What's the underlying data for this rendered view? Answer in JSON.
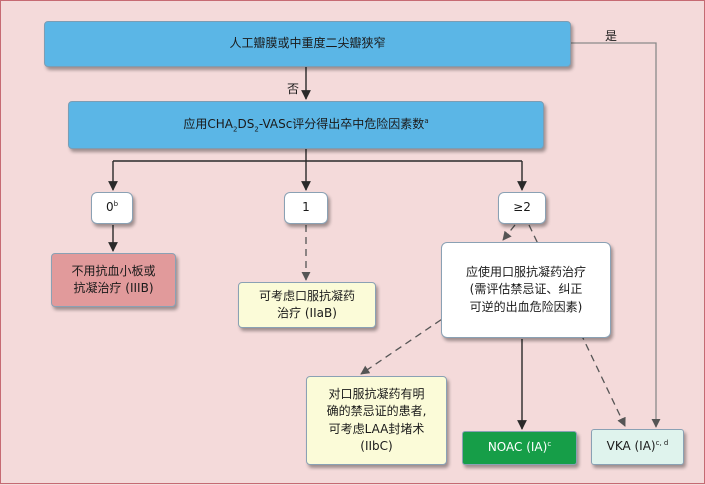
{
  "nodes": {
    "top": "人工瓣膜或中重度二尖瓣狭窄",
    "score": {
      "pre": "应用CHA",
      "sub1": "2",
      "mid1": "DS",
      "sub2": "2",
      "post": "-VASc评分得出卒中危险因素数",
      "sup": "a"
    },
    "zero": {
      "text": "0",
      "sup": "b"
    },
    "one": "1",
    "two_plus": "≥2",
    "no_therapy": [
      "不用抗血小板或",
      "抗凝治疗 (IIIB)"
    ],
    "consider_oac": [
      "可考虑口服抗凝药",
      "治疗 (IIaB)"
    ],
    "should_oac": [
      "应使用口服抗凝药治疗",
      "(需评估禁忌证、纠正",
      "可逆的出血危险因素)"
    ],
    "laa": [
      "对口服抗凝药有明",
      "确的禁忌证的患者,",
      "可考虑LAA封堵术",
      "(IIbC)"
    ],
    "noac": {
      "text": "NOAC (IA)",
      "sup": "c"
    },
    "vka": {
      "text": "VKA (IA)",
      "sup": "c, d"
    }
  },
  "labels": {
    "yes": "是",
    "no": "否"
  }
}
